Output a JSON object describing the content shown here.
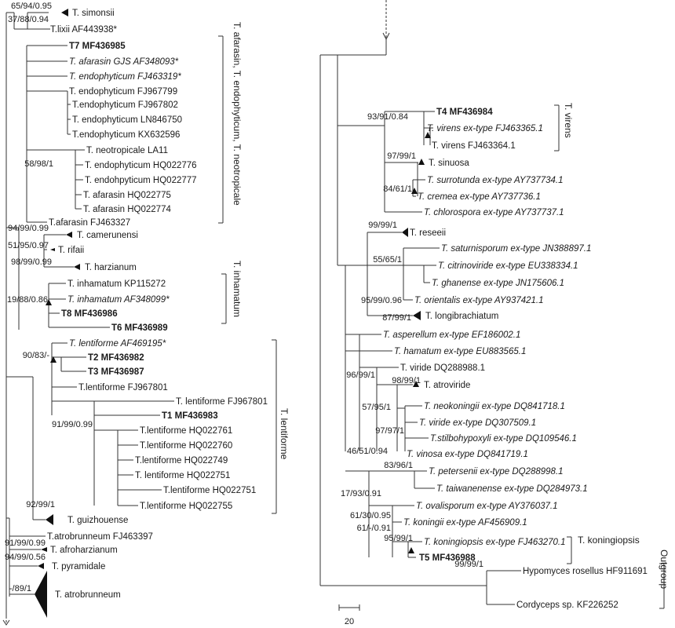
{
  "figure": {
    "scale_bar_label": "20"
  },
  "left_tree": {
    "taxa": [
      {
        "id": "simonsii",
        "label": "T. simonsii",
        "style": "normal",
        "collapsed": true
      },
      {
        "id": "lixii",
        "label": "T.lixii  AF443938*",
        "style": "normal"
      },
      {
        "id": "t7",
        "label": "T7 MF436985",
        "style": "bold"
      },
      {
        "id": "afarasin_gjs",
        "label": "T. afarasin GJS AF348093*",
        "style": "italic"
      },
      {
        "id": "endo_fj463319",
        "label": "T. endophyticum FJ463319*",
        "style": "italic"
      },
      {
        "id": "endo_fj967799",
        "label": "T. endophyticum FJ967799",
        "style": "normal"
      },
      {
        "id": "endo_fj967802",
        "label": "T.endophyticum FJ967802",
        "style": "normal"
      },
      {
        "id": "endo_ln846750",
        "label": "T. endophyticum LN846750",
        "style": "normal"
      },
      {
        "id": "endo_kx632596",
        "label": "T.endophyticum KX632596",
        "style": "normal"
      },
      {
        "id": "neo_la11",
        "label": "T. neotropicale LA11",
        "style": "normal"
      },
      {
        "id": "endo_hq022776",
        "label": "T. endophyticum HQ022776",
        "style": "normal"
      },
      {
        "id": "endo_hq022777",
        "label": "T. endohpyticum HQ022777",
        "style": "normal"
      },
      {
        "id": "afa_hq022775",
        "label": "T. afarasin HQ022775",
        "style": "normal"
      },
      {
        "id": "afa_hq022774",
        "label": "T. afarasin HQ022774",
        "style": "normal"
      },
      {
        "id": "afa_fj463327",
        "label": "T.afarasin FJ463327",
        "style": "normal"
      },
      {
        "id": "camerunensi",
        "label": "T. camerunensi",
        "style": "normal",
        "collapsed": true
      },
      {
        "id": "rifaii",
        "label": "T. rifaii",
        "style": "normal"
      },
      {
        "id": "harzianum",
        "label": "T. harzianum",
        "style": "normal",
        "collapsed": true
      },
      {
        "id": "inh_kp115272",
        "label": "T. inhamatum KP115272",
        "style": "normal"
      },
      {
        "id": "inh_af348099",
        "label": "T. inhamatum AF348099*",
        "style": "italic"
      },
      {
        "id": "t8",
        "label": "T8 MF436986",
        "style": "bold"
      },
      {
        "id": "t6",
        "label": "T6 MF436989",
        "style": "bold"
      },
      {
        "id": "lent_af469195",
        "label": "T. lentiforme AF469195*",
        "style": "italic"
      },
      {
        "id": "t2",
        "label": "T2 MF436982",
        "style": "bold"
      },
      {
        "id": "t3",
        "label": "T3 MF436987",
        "style": "bold"
      },
      {
        "id": "lent_fj967801a",
        "label": "T.lentiforme FJ967801",
        "style": "normal"
      },
      {
        "id": "lent_fj967801b",
        "label": "T. lentiforme FJ967801",
        "style": "normal"
      },
      {
        "id": "t1",
        "label": "T1 MF436983",
        "style": "bold"
      },
      {
        "id": "lent_hq022761",
        "label": "T.lentiforme HQ022761",
        "style": "normal"
      },
      {
        "id": "lent_hq022760",
        "label": "T.lentiforme HQ022760",
        "style": "normal"
      },
      {
        "id": "lent_hq022749",
        "label": "T.lentiforme HQ022749",
        "style": "normal"
      },
      {
        "id": "lent_hq022751a",
        "label": "T. lentiforme HQ022751",
        "style": "normal"
      },
      {
        "id": "lent_hq022751b",
        "label": "T.lentiforme HQ022751",
        "style": "normal"
      },
      {
        "id": "lent_hq022755",
        "label": "T.lentiforme HQ022755",
        "style": "normal"
      },
      {
        "id": "guizhouense",
        "label": "T.  guizhouense",
        "style": "normal",
        "collapsed": true
      },
      {
        "id": "atro_fj463397",
        "label": "T.atrobrunneum FJ463397",
        "style": "normal"
      },
      {
        "id": "afroharzianum",
        "label": "T.  afroharzianum",
        "style": "normal",
        "collapsed": true
      },
      {
        "id": "pyramidale",
        "label": "T. pyramidale",
        "style": "normal",
        "collapsed": true
      },
      {
        "id": "atrobrunneum",
        "label": "T. atrobrunneum",
        "style": "normal",
        "collapsed": true
      }
    ],
    "supports": [
      {
        "id": "s1",
        "label": "65/94/0.95"
      },
      {
        "id": "s2",
        "label": "37/88/0.94"
      },
      {
        "id": "s3",
        "label": "58/98/1"
      },
      {
        "id": "s4",
        "label": "94/99/0.99"
      },
      {
        "id": "s5",
        "label": "51/95/0.97"
      },
      {
        "id": "s6",
        "label": "98/99/0.99"
      },
      {
        "id": "s7",
        "label": "19/88/0.86"
      },
      {
        "id": "s8",
        "label": "90/83/-"
      },
      {
        "id": "s9",
        "label": "91/99/0.99"
      },
      {
        "id": "s10",
        "label": "92/99/1"
      },
      {
        "id": "s11",
        "label": "91/99/0.99"
      },
      {
        "id": "s12",
        "label": "94/99/0.56"
      },
      {
        "id": "s13",
        "label": "-/89/1"
      }
    ],
    "clades": [
      {
        "id": "c_afarasin",
        "label": "T. afarasin, T. endophyticum, T. neotropicale"
      },
      {
        "id": "c_inhamatum",
        "label": "T. inhamatum"
      },
      {
        "id": "c_lentiforme",
        "label": "T. lentiforme"
      }
    ]
  },
  "right_tree": {
    "taxa": [
      {
        "id": "t4",
        "label": "T4 MF436984",
        "style": "bold"
      },
      {
        "id": "virens_ex",
        "label": "T. virens ex-type  FJ463365.1",
        "style": "italic"
      },
      {
        "id": "virens",
        "label": "T. virens  FJ463364.1",
        "style": "normal"
      },
      {
        "id": "sinuosa",
        "label": "T. sinuosa",
        "style": "normal",
        "collapsed": true
      },
      {
        "id": "surrotunda",
        "label": "T. surrotunda ex-type  AY737734.1",
        "style": "italic"
      },
      {
        "id": "cremea",
        "label": "T. cremea ex-type  AY737736.1",
        "style": "italic"
      },
      {
        "id": "chlorospora",
        "label": "T. chlorospora ex-type  AY737737.1",
        "style": "italic"
      },
      {
        "id": "reseeii",
        "label": "T. reseeii",
        "style": "normal",
        "collapsed": true
      },
      {
        "id": "saturnisporum",
        "label": "T. saturnisporum ex-type   JN388897.1",
        "style": "italic"
      },
      {
        "id": "citrinoviride",
        "label": "T. citrinoviride ex-type  EU338334.1",
        "style": "italic"
      },
      {
        "id": "ghanense",
        "label": "T. ghanense ex-type  JN175606.1",
        "style": "italic"
      },
      {
        "id": "orientalis",
        "label": "T. orientalis ex-type AY937421.1",
        "style": "italic"
      },
      {
        "id": "longibrachiatum",
        "label": "T. longibrachiatum",
        "style": "normal",
        "collapsed": true
      },
      {
        "id": "asperellum",
        "label": "T. asperellum ex-type  EF186002.1",
        "style": "italic"
      },
      {
        "id": "hamatum",
        "label": "T. hamatum ex-type   EU883565.1",
        "style": "italic"
      },
      {
        "id": "viride_dq288988",
        "label": "T. viride  DQ288988.1",
        "style": "normal"
      },
      {
        "id": "atroviride",
        "label": "T. atroviride",
        "style": "normal",
        "collapsed": true
      },
      {
        "id": "neokoningii",
        "label": "T. neokoningii ex-type  DQ841718.1",
        "style": "italic"
      },
      {
        "id": "viride_ex",
        "label": "T. viride ex-type   DQ307509.1",
        "style": "italic"
      },
      {
        "id": "stilbohypoxyli",
        "label": "T.stilbohypoxyli ex-type   DQ109546.1",
        "style": "italic"
      },
      {
        "id": "vinosa",
        "label": "T. vinosa ex-type DQ841719.1",
        "style": "italic"
      },
      {
        "id": "petersenii",
        "label": "T. petersenii ex-type   DQ288998.1",
        "style": "italic"
      },
      {
        "id": "taiwanenense",
        "label": "T. taiwanenense ex-type  DQ284973.1",
        "style": "italic"
      },
      {
        "id": "ovalisporum",
        "label": "T. ovalisporum ex-type   AY376037.1",
        "style": "italic"
      },
      {
        "id": "koningii",
        "label": "T. koningii ex-type   AF456909.1",
        "style": "italic"
      },
      {
        "id": "koningiopsis_ex",
        "label": "T. koningiopsis ex-type  FJ463270.1",
        "style": "italic"
      },
      {
        "id": "t5",
        "label": "T5 MF436988",
        "style": "bold"
      },
      {
        "id": "hypomyces",
        "label": "Hypomyces rosellus  HF911691",
        "style": "normal"
      },
      {
        "id": "cordyceps",
        "label": "Cordyceps sp.  KF226252",
        "style": "normal"
      }
    ],
    "supports": [
      {
        "id": "r1",
        "label": "93/91/0.84"
      },
      {
        "id": "r2",
        "label": "97/99/1"
      },
      {
        "id": "r3",
        "label": "84/61/1"
      },
      {
        "id": "r4",
        "label": "99/99/1"
      },
      {
        "id": "r5",
        "label": "55/65/1"
      },
      {
        "id": "r6",
        "label": "95/99/0.96"
      },
      {
        "id": "r7",
        "label": "87/99/1"
      },
      {
        "id": "r8",
        "label": "96/99/1"
      },
      {
        "id": "r9",
        "label": "98/99/1"
      },
      {
        "id": "r10",
        "label": "57/95/1"
      },
      {
        "id": "r11",
        "label": "97/97/1"
      },
      {
        "id": "r12",
        "label": "46/51/0.94"
      },
      {
        "id": "r13",
        "label": "83/96/1"
      },
      {
        "id": "r14",
        "label": "17/93/0.91"
      },
      {
        "id": "r15",
        "label": "61/30/0.95"
      },
      {
        "id": "r16",
        "label": "61/-/0.91"
      },
      {
        "id": "r17",
        "label": "95/99/1"
      },
      {
        "id": "r18",
        "label": "99/99/1"
      }
    ],
    "clades": [
      {
        "id": "c_virens",
        "label": "T. virens"
      },
      {
        "id": "c_koningiopsis",
        "label": "T. koningiopsis"
      },
      {
        "id": "c_outgroup",
        "label": "Outgroup"
      }
    ]
  }
}
